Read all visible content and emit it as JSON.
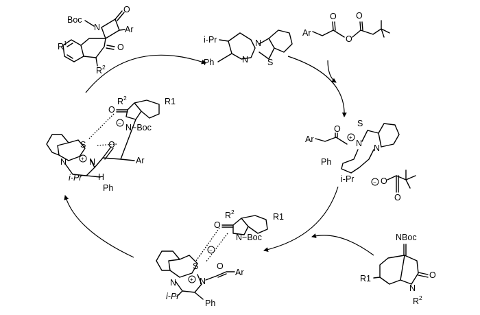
{
  "diagram": {
    "catalyst": {
      "substituent_left": "i-Pr",
      "substituent_bottom": "Ph",
      "atom_N": "N",
      "atom_S": "S"
    },
    "anhydride": {
      "aryl": "Ar",
      "atoms_O": [
        "O",
        "O",
        "O"
      ]
    },
    "acyl_ammonium": {
      "aryl": "Ar",
      "substituent_bottom": "Ph",
      "substituent_right": "i-Pr",
      "atom_S": "S",
      "atom_O": "O",
      "atom_N": "N",
      "charge": "+"
    },
    "pivalate": {
      "charge": "−",
      "atom_O": "O"
    },
    "ketimine": {
      "imine": "NBoc",
      "r1": "R1",
      "carbonyl_O": "O",
      "ring_N": "N",
      "r2_base": "R",
      "r2_sup": "2"
    },
    "enolate_ts": {
      "r2_base": "R",
      "r2_sup": "2",
      "r1": "R1",
      "ring_O": "O",
      "imine": "N−Boc",
      "enolate_O": "O",
      "enolate_charge": "−",
      "aryl": "Ar",
      "atom_S": "S",
      "atom_N_left": "N",
      "atom_N_right": "N",
      "charge": "+",
      "substituent_left": "i-Pr",
      "substituent_bottom": "Ph"
    },
    "mannich_adduct": {
      "r2_base": "R",
      "r2_sup": "2",
      "r1": "R1",
      "ring_O": "O",
      "amide": "N−Boc",
      "amide_charge": "−",
      "acyl_O": "O",
      "aryl": "Ar",
      "atom_S": "S",
      "atom_N_left": "N",
      "atom_N_right": "N",
      "charge": "+",
      "substituent_left": "i-Pr",
      "substituent_H": "H",
      "substituent_bottom": "Ph"
    },
    "product": {
      "boc": "Boc",
      "atom_N": "N",
      "lactam_O": "O",
      "aryl": "Ar",
      "ketone_O": "O",
      "r1_base": "R",
      "r1_sup": "1",
      "r2_base": "R",
      "r2_sup": "2"
    }
  }
}
